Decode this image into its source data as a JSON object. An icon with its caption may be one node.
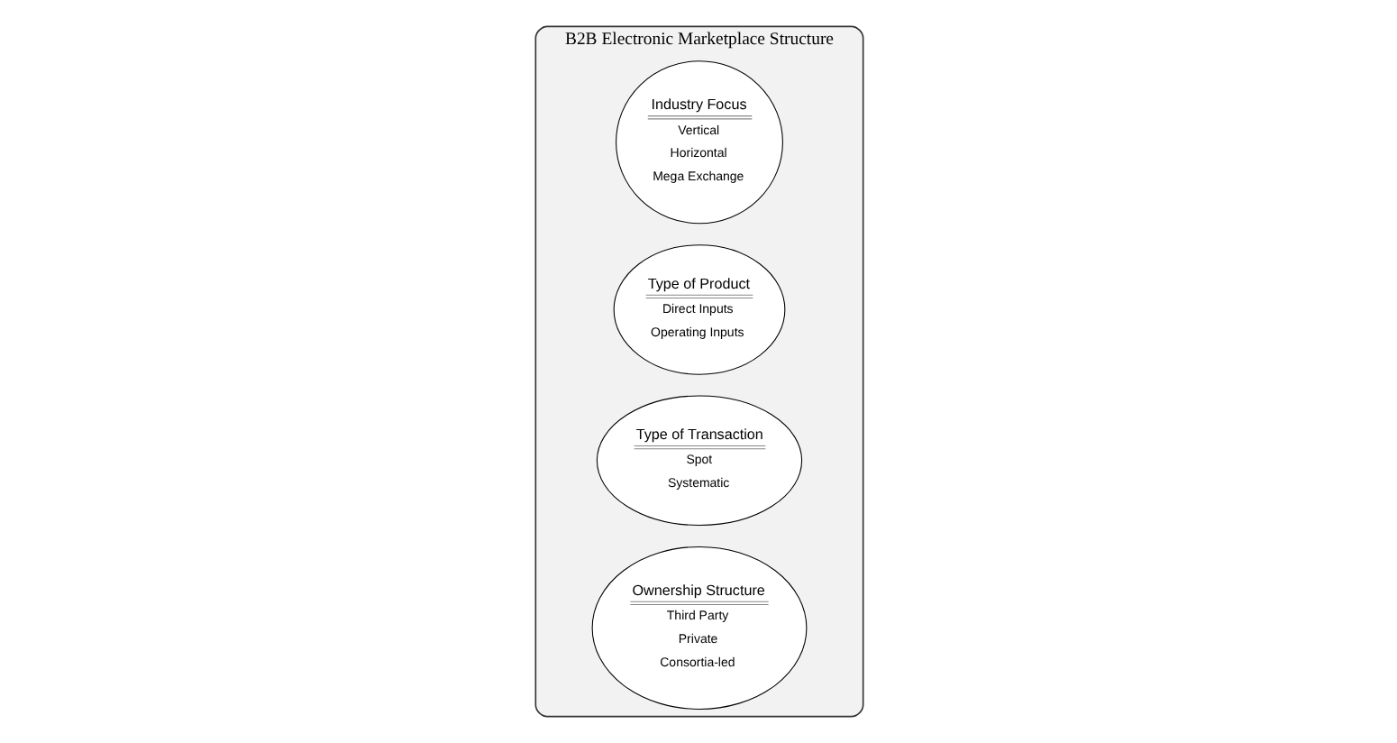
{
  "diagram": {
    "nodes": [
      {
        "text": [
          "B2B Electronic Marketplace Structure"
        ]
      },
      {
        "text": [
          "Industry Focus",
          "Vertical",
          "Horizontal",
          "Mega Exchange"
        ],
        "in": 0
      },
      {
        "text": [
          "Type of Product",
          "Direct Inputs",
          "Operating Inputs"
        ],
        "in": 0
      },
      {
        "text": [
          "Type of Transaction",
          "Spot",
          "Systematic"
        ],
        "in": 0
      },
      {
        "text": [
          "Ownership Structure",
          "Third Party",
          "Private",
          "Consortia-led"
        ],
        "in": 0
      }
    ]
  }
}
